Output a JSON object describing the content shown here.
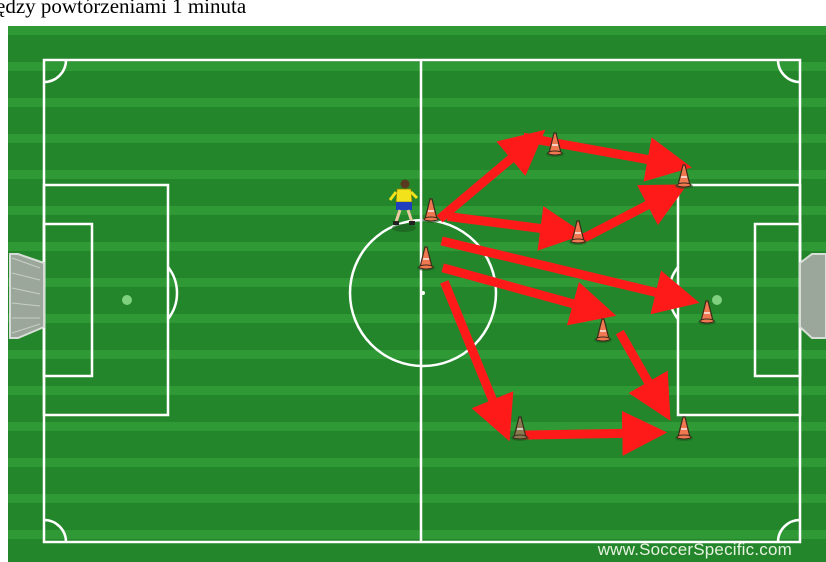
{
  "caption": "ędzy powtórzeniami 1 minuta",
  "watermark": "www.SoccerSpecific.com",
  "colors": {
    "grass_light": "#2f9a35",
    "grass_dark": "#23862b",
    "line": "#ffffff",
    "arrow": "#ff1a1a",
    "cone": "#f07850",
    "cone_dark": "#8a7a52",
    "goal_net": "#cfd6cf"
  },
  "elements": {
    "player": "player-icon",
    "cone": "cone-icon",
    "arrow": "arrow"
  }
}
